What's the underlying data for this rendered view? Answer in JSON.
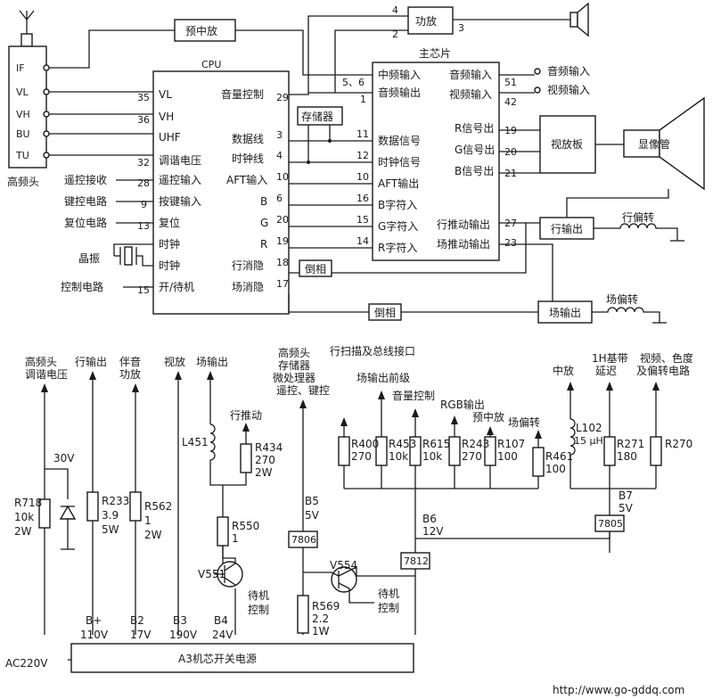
{
  "diagram": {
    "blocks": {
      "tuner": "高频头",
      "tuner_pins": [
        "IF",
        "VL",
        "VH",
        "BU",
        "TU"
      ],
      "pre_if": "预中放",
      "cpu_title": "CPU",
      "cpu_left": [
        "VL",
        "VH",
        "UHF",
        "调谐电压",
        "遥控输入",
        "按键输入",
        "复位",
        "时钟",
        "时钟",
        "开/待机"
      ],
      "cpu_left_pins": [
        "35",
        "36",
        "",
        "32",
        "28",
        "9",
        "13",
        "",
        "",
        "15"
      ],
      "cpu_right": [
        "音量控制",
        "数据线",
        "时钟线",
        "AFT输入",
        "B",
        "G",
        "R",
        "行消隐",
        "场消隐"
      ],
      "cpu_right_pins": [
        "29",
        "3",
        "4",
        "10",
        "6",
        "20",
        "19",
        "18",
        "17"
      ],
      "ext_in": [
        "遥控接收",
        "键控电路",
        "复位电路",
        "晶振",
        "控制电路"
      ],
      "memory": "存储器",
      "amp": "功放",
      "amp_pins": [
        "4",
        "2",
        "3"
      ],
      "main_chip_title": "主芯片",
      "main_left": [
        "中频输入",
        "音频输出",
        "数据信号",
        "时钟信号",
        "AFT输出",
        "B字符入",
        "G字符入",
        "R字符入"
      ],
      "main_left_pins": [
        "5、6",
        "1",
        "11",
        "12",
        "10",
        "16",
        "15",
        "14"
      ],
      "main_right": [
        "音频输入",
        "视频输入",
        "R信号出",
        "G信号出",
        "B信号出",
        "行推动输出",
        "场推动输出"
      ],
      "main_right_pins": [
        "51",
        "42",
        "19",
        "20",
        "21",
        "27",
        "23"
      ],
      "audio_in": "音频输入",
      "video_in": "视频输入",
      "video_board": "视放板",
      "crt": "显像管",
      "h_out": "行输出",
      "h_yoke": "行偏转",
      "v_out": "场输出",
      "v_yoke": "场偏转",
      "inverter1": "倒相",
      "inverter2": "倒相"
    },
    "power": {
      "loads": [
        "高频头",
        "调谐电压",
        "行输出",
        "伴音",
        "功放",
        "视放",
        "场输出",
        "行推动",
        "行扫描及总线接口",
        "高频头",
        "存储器",
        "微处理器",
        "遥控、键控",
        "场输出前级",
        "音量控制",
        "RGB输出",
        "预中放",
        "场偏转",
        "中放",
        "1H基带",
        "延迟",
        "视频、色度",
        "及偏转电路"
      ],
      "components": [
        {
          "ref": "R718",
          "val1": "10k",
          "val2": "2W"
        },
        {
          "ref": "R233",
          "val1": "3.9",
          "val2": "5W"
        },
        {
          "ref": "R562",
          "val1": "1",
          "val2": "2W"
        },
        {
          "ref": "R434",
          "val1": "270",
          "val2": "2W"
        },
        {
          "ref": "R550",
          "val1": "1",
          "val2": ""
        },
        {
          "ref": "R569",
          "val1": "2.2",
          "val2": "1W"
        },
        {
          "ref": "R400",
          "val1": "270",
          "val2": ""
        },
        {
          "ref": "R453",
          "val1": "10k",
          "val2": ""
        },
        {
          "ref": "R615",
          "val1": "10k",
          "val2": ""
        },
        {
          "ref": "R243",
          "val1": "270",
          "val2": ""
        },
        {
          "ref": "R107",
          "val1": "100",
          "val2": ""
        },
        {
          "ref": "R461",
          "val1": "100",
          "val2": ""
        },
        {
          "ref": "R271",
          "val1": "180",
          "val2": ""
        },
        {
          "ref": "R270",
          "val1": "",
          "val2": ""
        }
      ],
      "inductors": [
        {
          "ref": "L451"
        },
        {
          "ref": "L102",
          "val": "15 μH"
        }
      ],
      "zener_v": "30V",
      "transistors": [
        "V551",
        "V554"
      ],
      "standby": [
        "待机",
        "控制",
        "待机",
        "控制"
      ],
      "regulators": [
        "7806",
        "7812",
        "7805"
      ],
      "rails": [
        {
          "name": "B+",
          "v": "110V"
        },
        {
          "name": "B2",
          "v": "17V"
        },
        {
          "name": "B3",
          "v": "190V"
        },
        {
          "name": "B4",
          "v": "24V"
        },
        {
          "name": "B5",
          "v": "5V"
        },
        {
          "name": "B6",
          "v": "12V"
        },
        {
          "name": "B7",
          "v": "5V"
        }
      ],
      "psu": "A3机芯开关电源",
      "ac_in": "AC220V"
    },
    "watermark": "http://www.go-gddq.com"
  }
}
